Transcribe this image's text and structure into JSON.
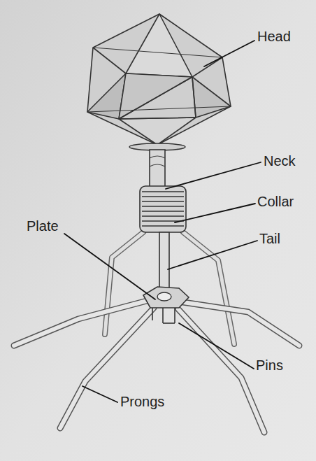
{
  "diagram": {
    "labels": [
      "Head",
      "Neck",
      "Collar",
      "Tail",
      "Plate",
      "Pins",
      "Prongs"
    ]
  }
}
